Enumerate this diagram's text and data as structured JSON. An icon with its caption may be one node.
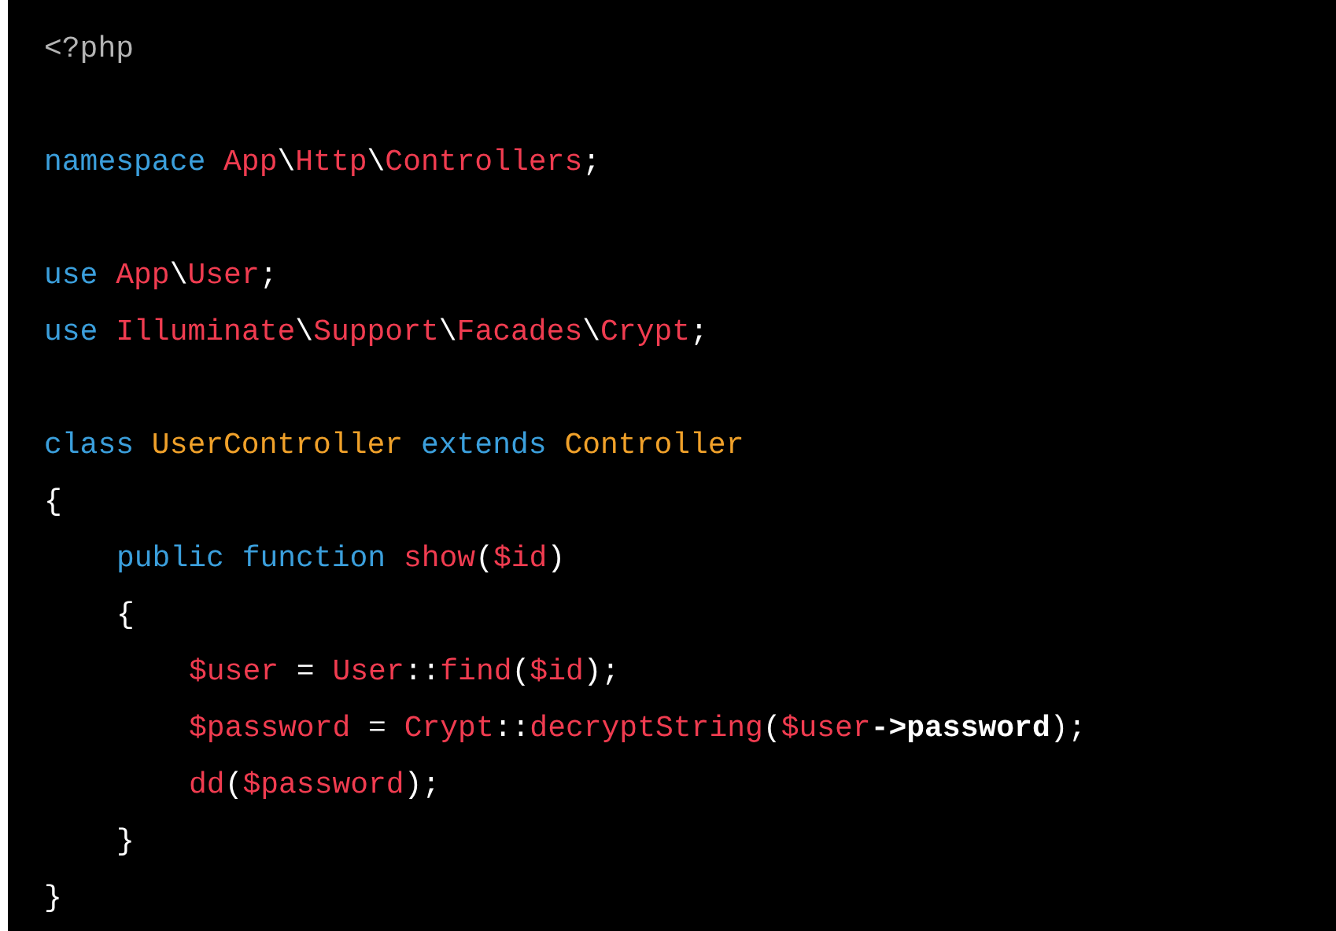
{
  "diagram": {
    "labels": [
      "<?php",
      "namespace",
      "App",
      "\\",
      "Http",
      "\\",
      "Controllers",
      ";",
      "use",
      "App",
      "\\",
      "User",
      ";",
      "use",
      "Illuminate",
      "\\",
      "Support",
      "\\",
      "Facades",
      "\\",
      "Crypt",
      ";",
      "class",
      "UserController",
      "extends",
      "Controller",
      "{",
      "public",
      "function",
      "show",
      "(",
      "$id",
      ")",
      "{",
      "$user",
      "=",
      "User",
      "::",
      "find",
      "(",
      "$id",
      ")",
      ";",
      "$password",
      "=",
      "Crypt",
      "::",
      "decryptString",
      "(",
      "$user",
      "->password",
      ")",
      ";",
      "dd",
      "(",
      "$password",
      ")",
      ";",
      "}",
      "}"
    ]
  }
}
